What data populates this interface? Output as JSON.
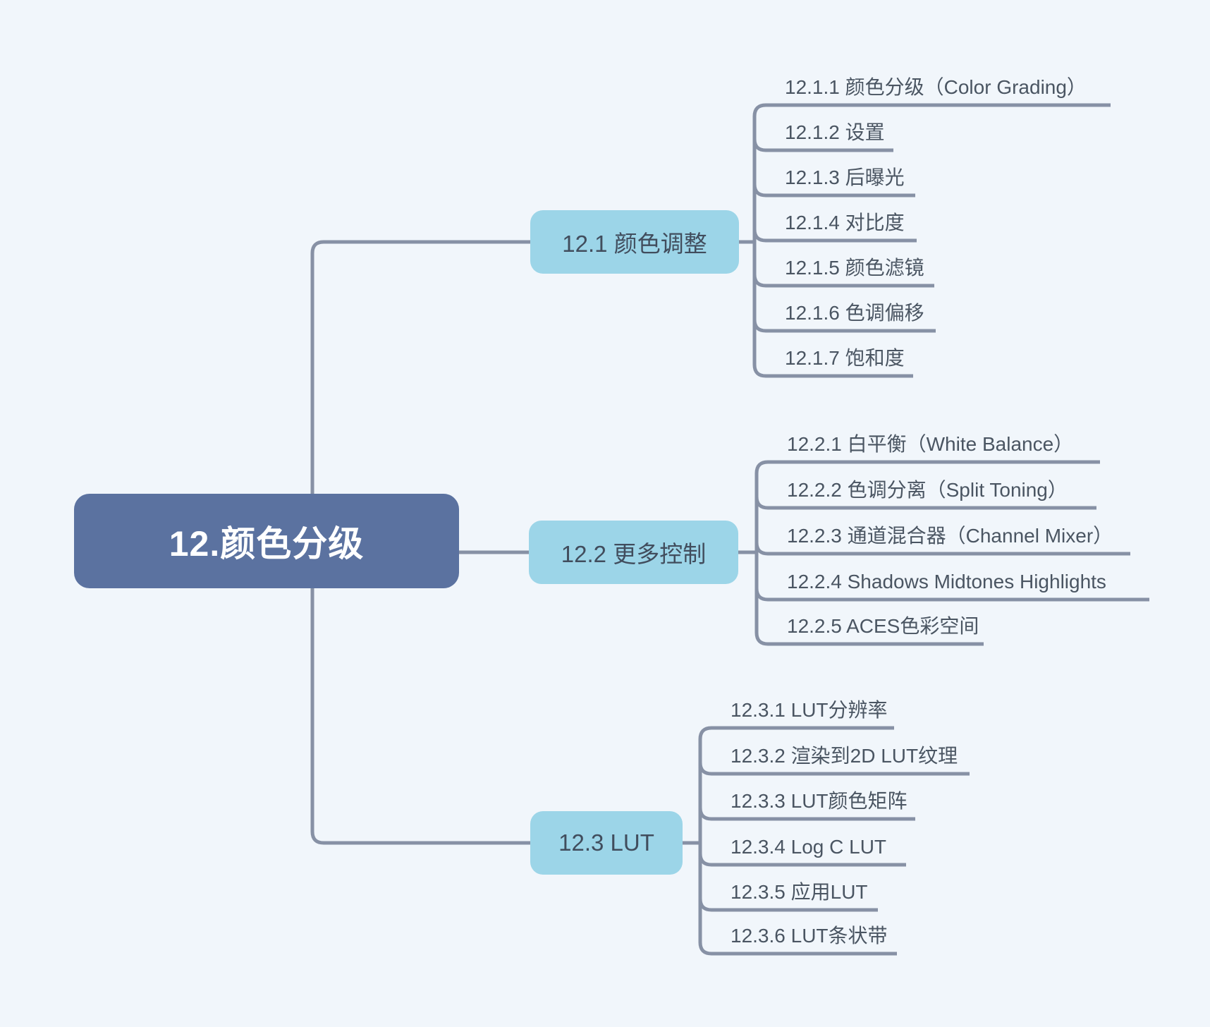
{
  "diagram": {
    "type": "mindmap",
    "background_color": "#f1f6fb",
    "line_color": "#8791a5",
    "root": {
      "label": "12.颜色分级",
      "fill": "#5b72a0",
      "text_color": "#ffffff"
    },
    "branches": [
      {
        "label": "12.1 颜色调整",
        "fill": "#9cd5e8",
        "text_color": "#414d5d",
        "children": [
          "12.1.1 颜色分级（Color Grading）",
          "12.1.2 设置",
          "12.1.3 后曝光",
          "12.1.4 对比度",
          "12.1.5 颜色滤镜",
          "12.1.6 色调偏移",
          "12.1.7 饱和度"
        ]
      },
      {
        "label": "12.2 更多控制",
        "fill": "#9cd5e8",
        "text_color": "#414d5d",
        "children": [
          "12.2.1 白平衡（White Balance）",
          "12.2.2 色调分离（Split Toning）",
          "12.2.3 通道混合器（Channel Mixer）",
          "12.2.4 Shadows Midtones Highlights",
          "12.2.5 ACES色彩空间"
        ]
      },
      {
        "label": "12.3 LUT",
        "fill": "#9cd5e8",
        "text_color": "#414d5d",
        "children": [
          "12.3.1 LUT分辨率",
          "12.3.2 渲染到2D LUT纹理",
          "12.3.3 LUT颜色矩阵",
          "12.3.4 Log C LUT",
          "12.3.5 应用LUT",
          "12.3.6 LUT条状带"
        ]
      }
    ]
  }
}
